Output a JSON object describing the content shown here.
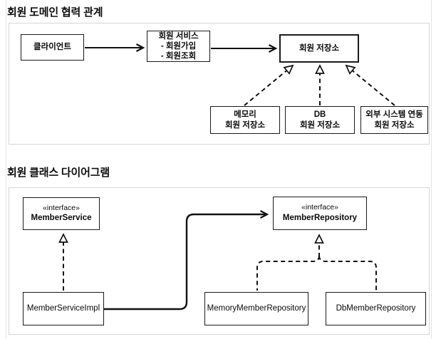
{
  "colors": {
    "background": "#ffffff",
    "frame_border": "#e4e4e4",
    "panel_border": "#d6d6d6",
    "box_border": "#1a1a1a",
    "connector": "#111111",
    "text": "#0d0d0d"
  },
  "section1": {
    "title": "회원 도메인 협력 관계",
    "nodes": {
      "client": "클라이언트",
      "service": {
        "title": "회원 서비스",
        "items": [
          "- 회원가입",
          "- 회원조회"
        ]
      },
      "store": "회원 저장소",
      "implementations": [
        {
          "line1": "메모리",
          "line2": "회원 저장소"
        },
        {
          "line1": "DB",
          "line2": "회원 저장소"
        },
        {
          "line1": "외부 시스템 연동",
          "line2": "회원 저장소"
        }
      ]
    }
  },
  "section2": {
    "title": "회원 클래스 다이어그램",
    "stereotype": "«interface»",
    "member_service": "MemberService",
    "member_repository": "MemberRepository",
    "member_service_impl": "MemberServiceImpl",
    "memory_member_repository": "MemoryMemberRepository",
    "db_member_repository": "DbMemberRepository"
  }
}
